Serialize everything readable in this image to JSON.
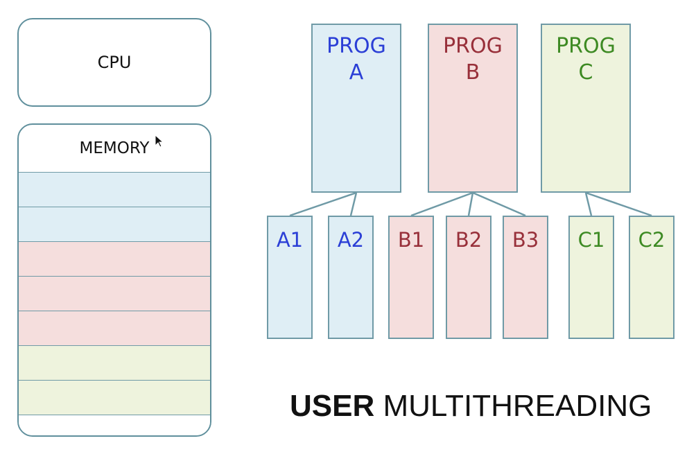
{
  "cpu": {
    "label": "CPU"
  },
  "memory": {
    "label": "MEMORY",
    "segments": [
      "blue",
      "blue",
      "red",
      "red",
      "red",
      "green",
      "green"
    ]
  },
  "programs": [
    {
      "line1": "PROG",
      "line2": "A",
      "color": "blue"
    },
    {
      "line1": "PROG",
      "line2": "B",
      "color": "red"
    },
    {
      "line1": "PROG",
      "line2": "C",
      "color": "green"
    }
  ],
  "threads": [
    {
      "label": "A1",
      "program": "A"
    },
    {
      "label": "A2",
      "program": "A"
    },
    {
      "label": "B1",
      "program": "B"
    },
    {
      "label": "B2",
      "program": "B"
    },
    {
      "label": "B3",
      "program": "B"
    },
    {
      "label": "C1",
      "program": "C"
    },
    {
      "label": "C2",
      "program": "C"
    }
  ],
  "caption": {
    "bold": "USER",
    "rest": " MULTITHREADING"
  },
  "colors": {
    "blue_fill": "#dfeef5",
    "red_fill": "#f5dedd",
    "green_fill": "#eef3dd",
    "blue_text": "#2b3fd6",
    "red_text": "#98303a",
    "green_text": "#3d8a23",
    "border": "#6f9aa6"
  }
}
